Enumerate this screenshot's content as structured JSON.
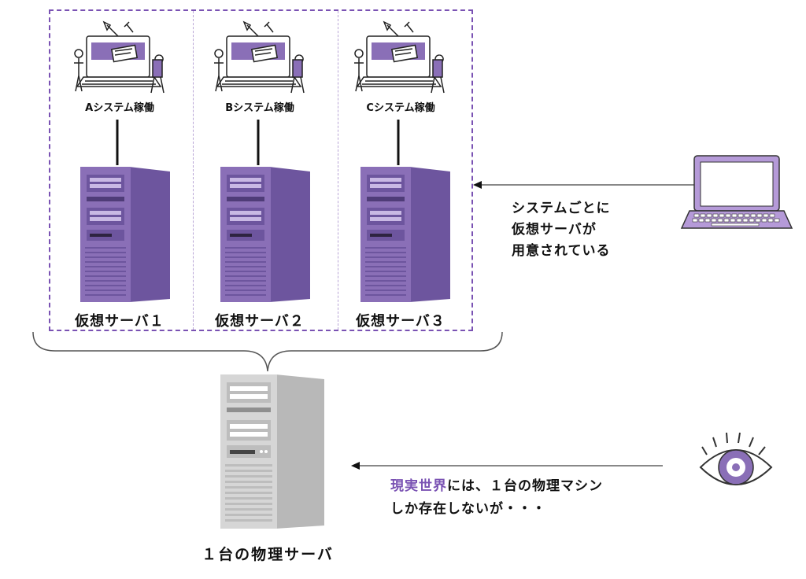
{
  "colors": {
    "accent": "#7a52b3",
    "server_purple": "#8a6fb7",
    "server_gray": "#c9c9c9",
    "line": "#111111"
  },
  "systems": [
    {
      "label": "Aシステム稼働",
      "server_label": "仮想サーバ１"
    },
    {
      "label": "Bシステム稼働",
      "server_label": "仮想サーバ２"
    },
    {
      "label": "Cシステム稼働",
      "server_label": "仮想サーバ３"
    }
  ],
  "laptop_note": [
    "システムごとに",
    "仮想サーバが",
    "用意されている"
  ],
  "reality_note": {
    "highlight": "現実世界",
    "line1_rest": "には、１台の物理マシン",
    "line2": "しか存在しないが・・・"
  },
  "physical_server_label": "１台の物理サーバ",
  "icons": [
    "worker-illustration",
    "server-icon",
    "laptop-icon",
    "eye-icon"
  ]
}
